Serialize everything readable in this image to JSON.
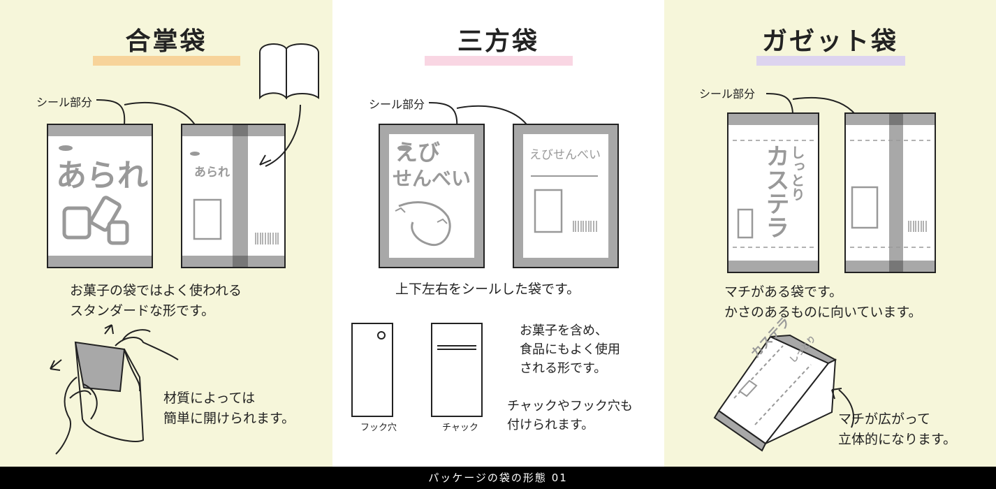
{
  "panels": [
    {
      "title": "合掌袋",
      "accent": "#f7d39a",
      "seal_label": "シール部分",
      "front_text": "あられ",
      "back_text": "あられ",
      "desc": "お菓子の袋ではよく使われる\nスタンダードな形です。",
      "note": "材質によっては\n簡単に開けられます。"
    },
    {
      "title": "三方袋",
      "accent": "#f9d6e3",
      "seal_label": "シール部分",
      "front_text_1": "えび",
      "front_text_2": "せんべい",
      "back_text": "えびせんべい",
      "desc": "上下左右をシールした袋です。",
      "hook_label": "フック穴",
      "zipper_label": "チャック",
      "note1": "お菓子を含め、\n食品にもよく使用\nされる形です。",
      "note2": "チャックやフック穴も\n付けられます。"
    },
    {
      "title": "ガゼット袋",
      "accent": "#ddd4ef",
      "seal_label": "シール部分",
      "front_text_1": "しっとり",
      "front_text_2": "カステラ",
      "box_text_1": "しっとり",
      "box_text_2": "カステラ",
      "desc": "マチがある袋です。\nかさのあるものに向いています。",
      "note": "マチが広がって\n立体的になります。"
    }
  ],
  "footer": "パッケージの袋の形態 01",
  "colors": {
    "seal_gray": "#a8a8a8",
    "dark_gray": "#777777",
    "art_gray": "#999999"
  }
}
